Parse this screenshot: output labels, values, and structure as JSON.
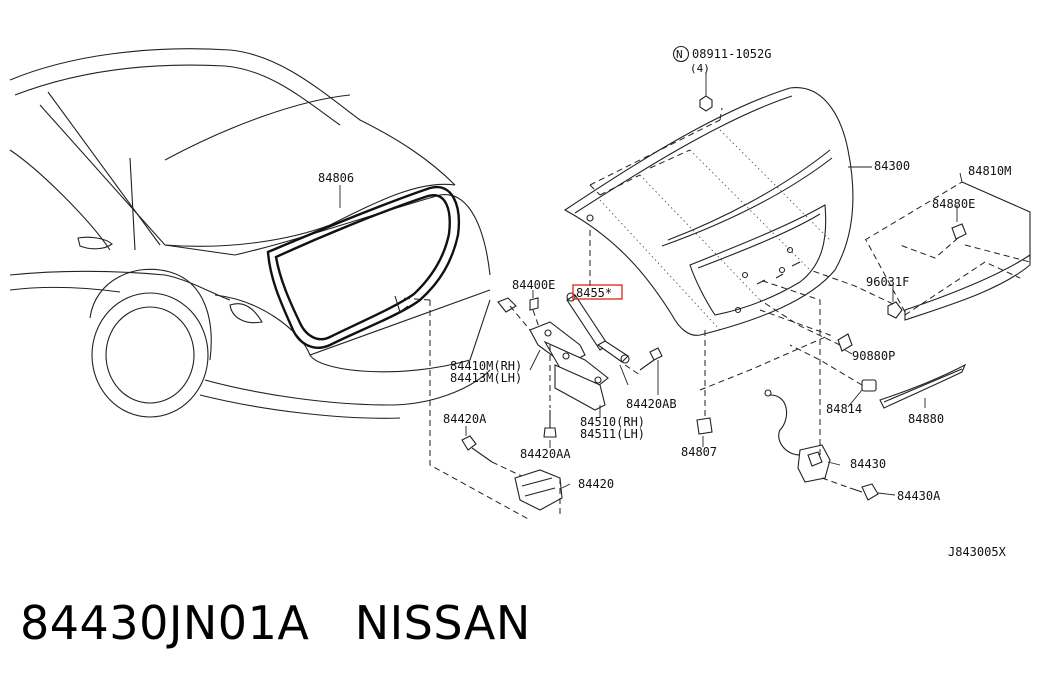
{
  "diagram": {
    "ref_code": "J843005X",
    "highlight_color": "#e0302b",
    "callouts": {
      "lid_seal": "84806",
      "trunk_lid": "84300",
      "finisher": "84810M",
      "clip_e": "84880E",
      "clip_f": "96031F",
      "bumper_cap": "90880P",
      "lamp_fitting": "84814",
      "garnish": "84880",
      "nut_part": "08911-1052G",
      "nut_qty": "(4)",
      "nut_symbol": "N",
      "stay": "84400E",
      "gas_stay": "8455*",
      "hinge_rh": "84410M(RH)",
      "hinge_lh": "84413M(LH)",
      "link_rh": "84510(RH)",
      "link_lh": "84511(LH)",
      "bolt_ab": "84420AB",
      "bolt_a": "84420A",
      "bolt_aa": "84420AA",
      "hinge_assy": "84420",
      "bumper": "84807",
      "lock": "84430",
      "lock_bolt": "84430A"
    }
  },
  "caption": {
    "part_number": "84430JN01A",
    "brand": "NISSAN"
  }
}
